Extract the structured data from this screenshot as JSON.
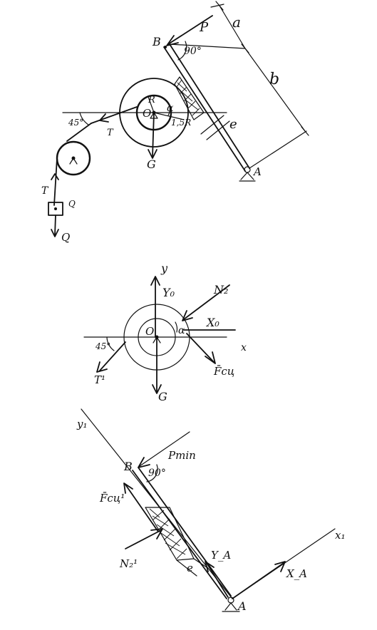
{
  "labels": {
    "top": {
      "B": "B",
      "P": "P",
      "a": "a",
      "b": "b",
      "angle90": "90°",
      "R": "R",
      "O": "O",
      "alpha": "α",
      "r15": "1,5R",
      "e": "e",
      "angle45": "45°",
      "T1": "T",
      "G": "G",
      "A": "A",
      "T": "T",
      "Q_box": "Q",
      "Q": "Q"
    },
    "middle": {
      "y": "y",
      "Yo": "Y₀",
      "N2": "N₂",
      "Xo": "X₀",
      "alpha": "α",
      "x": "x",
      "O": "O",
      "angle45": "45°",
      "T1": "T¹",
      "Fcy": "F̄сц",
      "G": "G"
    },
    "bottom": {
      "y1": "y₁",
      "B": "B",
      "Pmin": "Pmin",
      "angle90": "90°",
      "Fcy1": "F̄сц¹",
      "N2p": "N₂¹",
      "YA": "Y_A",
      "e": "e",
      "XA": "X_A",
      "x1": "x₁",
      "A": "A"
    }
  }
}
